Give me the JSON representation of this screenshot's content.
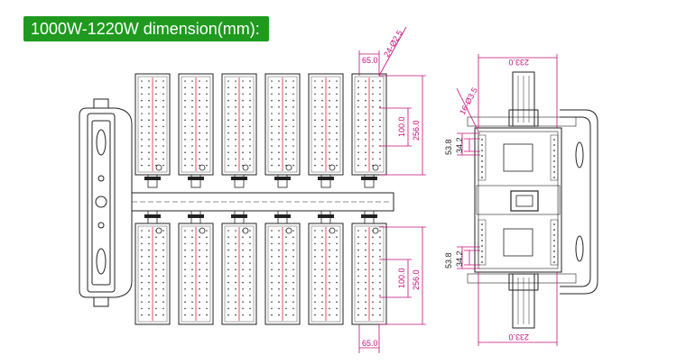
{
  "title": "1000W-1220W  dimension(mm):",
  "colors": {
    "banner": "#1f9a1f",
    "dimension": "#c20f7a",
    "line": "#222222",
    "redline": "#d9263a"
  },
  "front_view": {
    "module_width": "65.0",
    "hole_spec": "24-Ø2.5",
    "module_length_top": "256.0",
    "hole_pitch_top": "100.0",
    "module_length_bottom": "256.0",
    "hole_pitch_bottom": "100.0",
    "module_width_bottom": "65.0",
    "columns": 6,
    "rows": 2
  },
  "side_view": {
    "overall_width_top": "233.0",
    "overall_width_bottom": "233.0",
    "hole_spec": "16-Ø3.5",
    "pitch_outer_top": "53.8",
    "pitch_inner_top": "34.2",
    "pitch_outer_bottom": "53.8",
    "pitch_inner_bottom": "34.2"
  }
}
